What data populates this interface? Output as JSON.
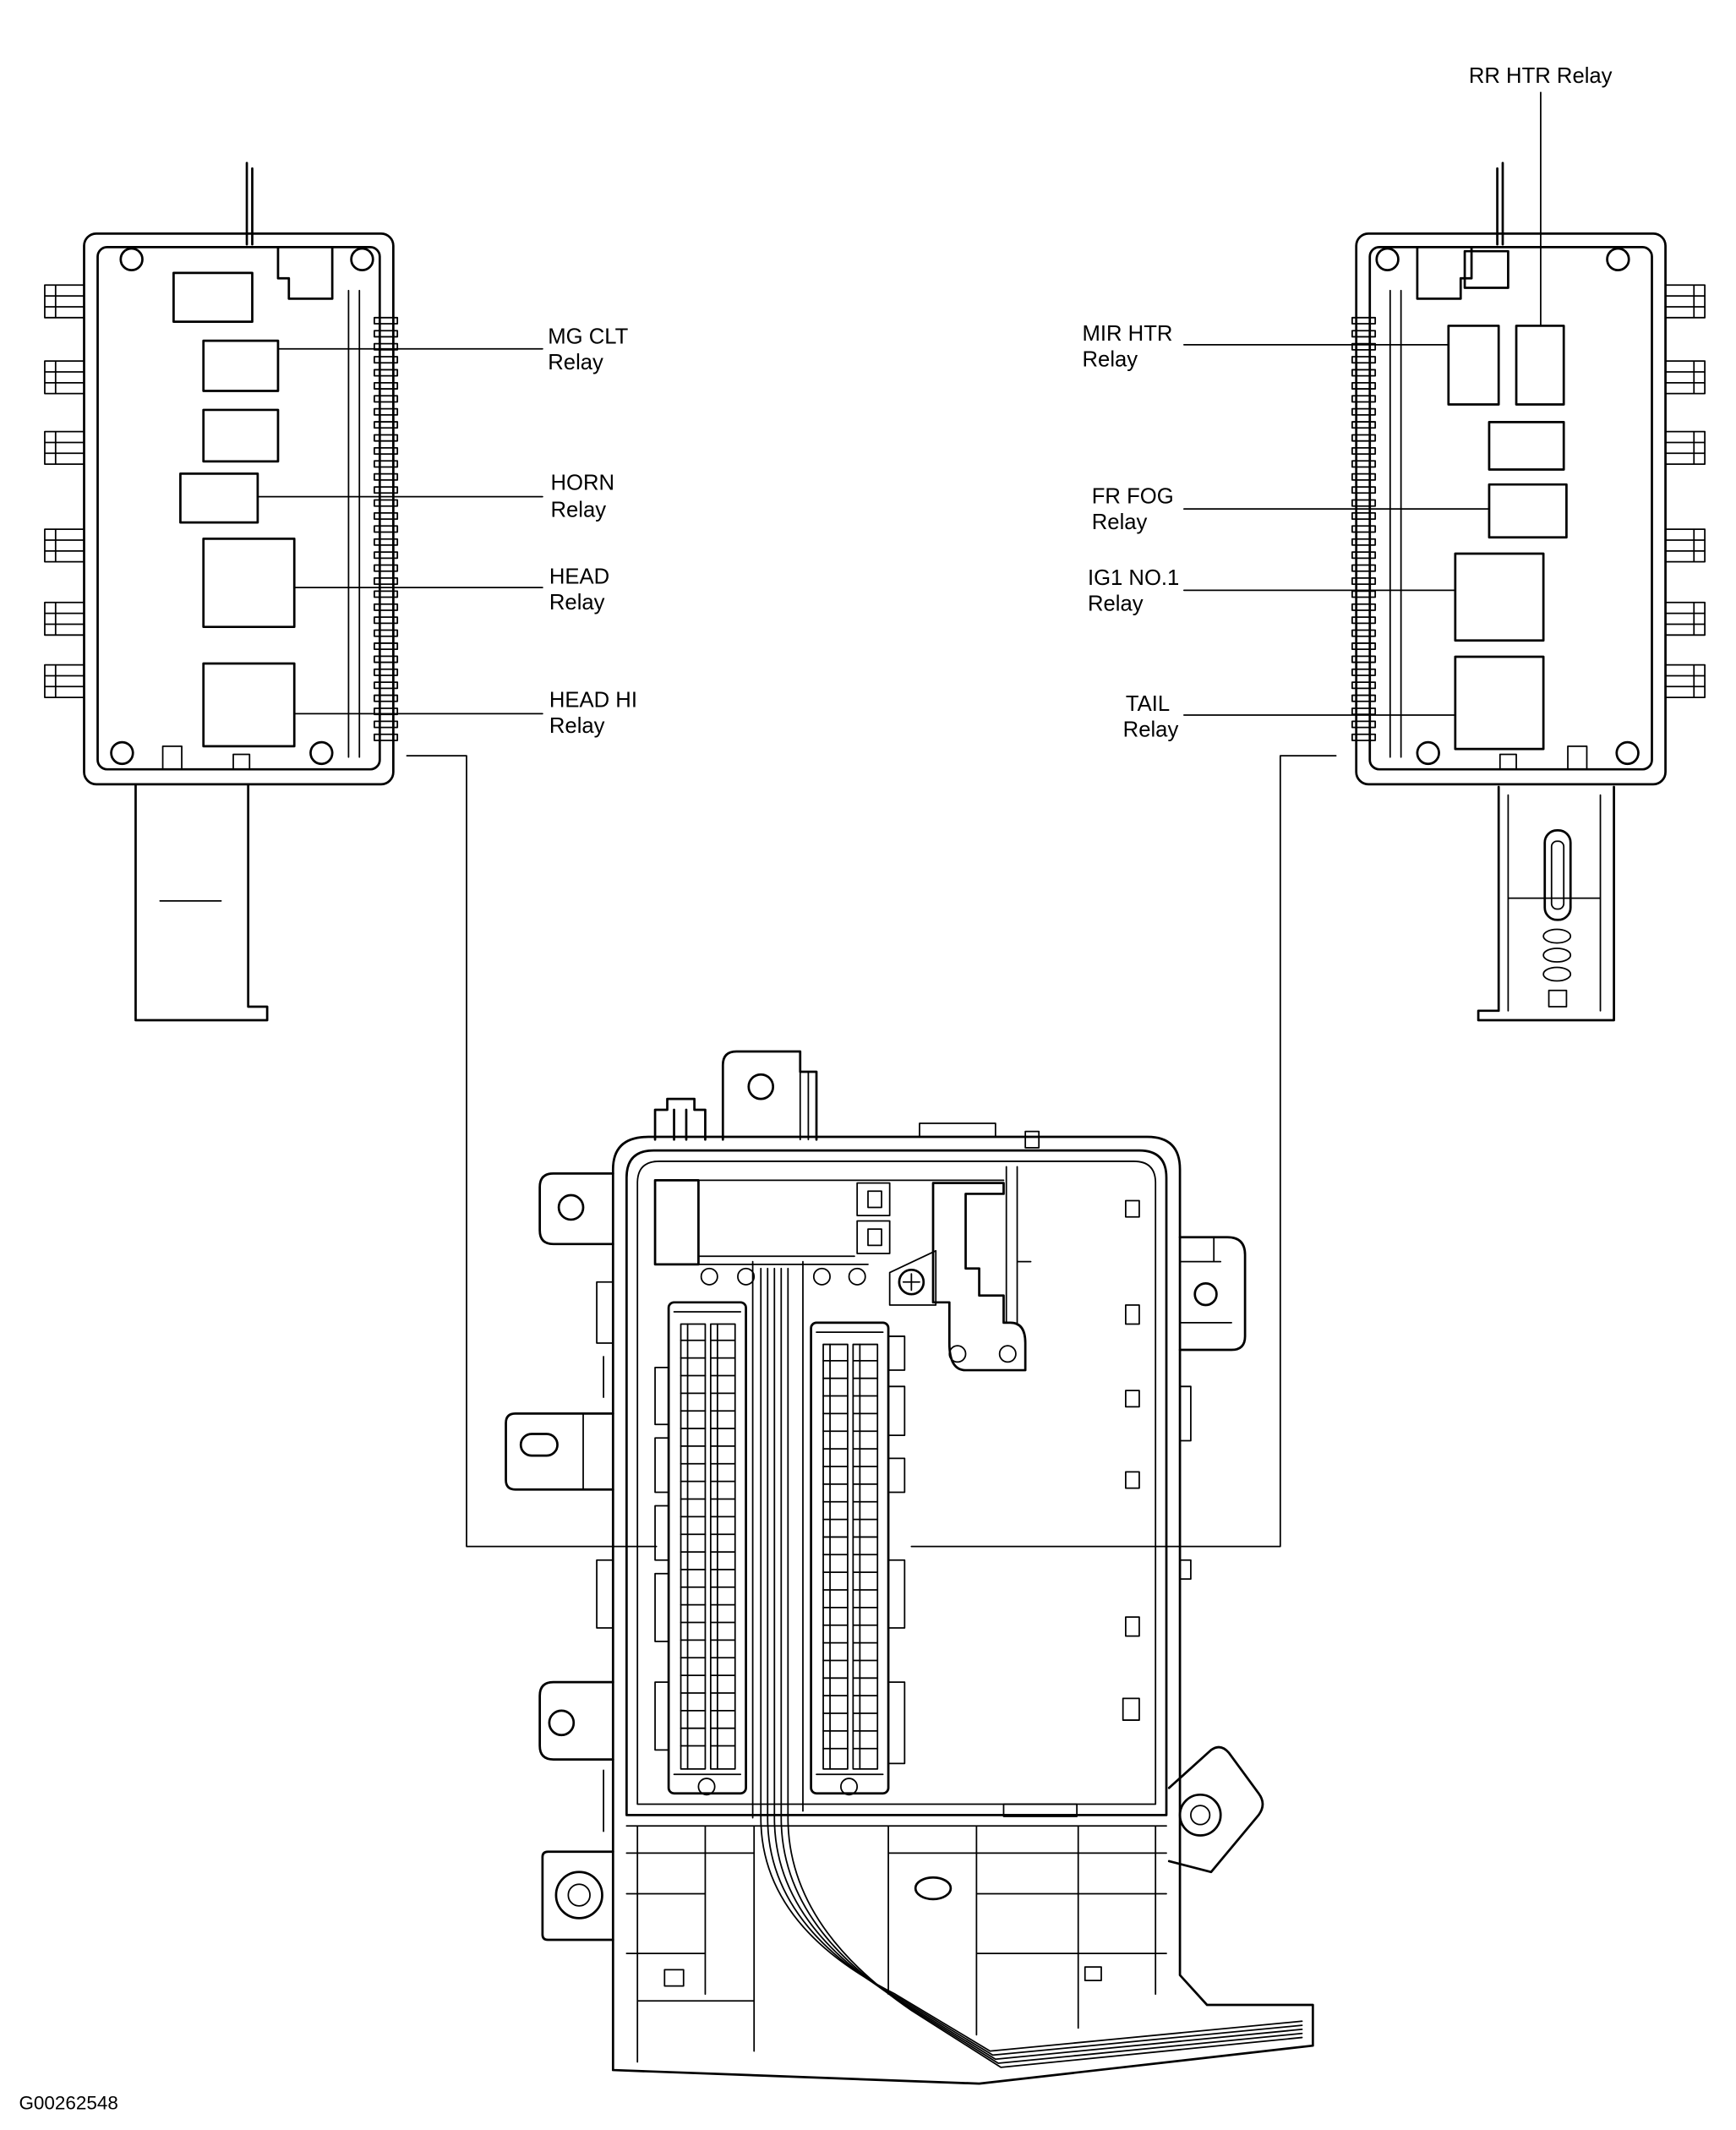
{
  "diagram": {
    "figure_id": "G00262548",
    "labels": {
      "rr_htr": {
        "line1": "RR HTR Relay"
      },
      "mg_clt": {
        "line1": "MG CLT",
        "line2": "Relay"
      },
      "mir_htr": {
        "line1": "MIR HTR",
        "line2": "Relay"
      },
      "horn": {
        "line1": "HORN",
        "line2": "Relay"
      },
      "fr_fog": {
        "line1": "FR FOG",
        "line2": "Relay"
      },
      "head": {
        "line1": "HEAD",
        "line2": "Relay"
      },
      "ig1_no1": {
        "line1": "IG1 NO.1",
        "line2": "Relay"
      },
      "head_hi": {
        "line1": "HEAD HI",
        "line2": "Relay"
      },
      "tail": {
        "line1": "TAIL",
        "line2": "Relay"
      }
    }
  },
  "colors": {
    "line": "#000000",
    "background": "#ffffff"
  }
}
